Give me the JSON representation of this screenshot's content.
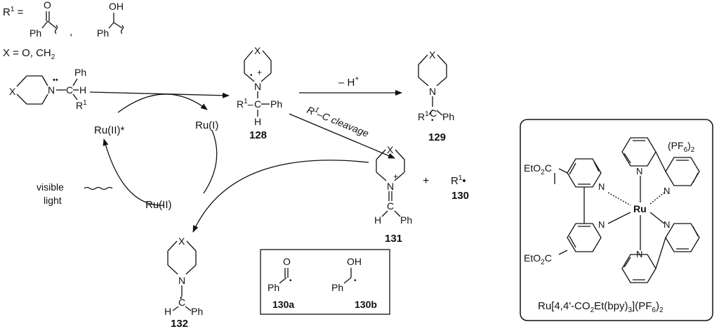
{
  "definitions": {
    "r1_label": "R",
    "r1_sup": "1",
    "equals": " =",
    "ph_a": "Ph",
    "ph_b": "Ph",
    "o": "O",
    "oh": "OH",
    "comma": ",",
    "x_def": "X = O, CH",
    "x_def_sub": "2"
  },
  "start_amine": {
    "x": "X",
    "n": "N",
    "c": "C",
    "h": "H",
    "ph": "Ph",
    "r": "R",
    "r_sup": "1",
    "radical_dots": "••"
  },
  "catalytic_cycle": {
    "ru_excited": "Ru(II)*",
    "ru_one": "Ru(I)",
    "ru_two": "Ru(II)",
    "light_line1": "visible",
    "light_line2": "light"
  },
  "cpd128": {
    "label": "128",
    "x": "X",
    "n": "N",
    "plus": "+",
    "dot": "•",
    "r": "R",
    "r_sup": "1",
    "c": "C",
    "ph": "Ph",
    "h": "H"
  },
  "deprotonation": {
    "minus": "– H",
    "plus": "+"
  },
  "cleavage": {
    "r": "R",
    "r_sup": "1",
    "rest": "–C cleavage"
  },
  "cpd129": {
    "label": "129",
    "x": "X",
    "n": "N",
    "r": "R",
    "r_sup": "1",
    "c": "C",
    "dot": "•",
    "ph": "Ph"
  },
  "cpd131": {
    "label": "131",
    "x": "X",
    "n": "N",
    "plus": "+",
    "c": "C",
    "h": "H",
    "ph": "Ph"
  },
  "radical130": {
    "label": "130",
    "plus_sign": "+",
    "r": "R",
    "r_sup": "1",
    "dot": "•"
  },
  "cpd132": {
    "label": "132",
    "x": "X",
    "n": "N",
    "c": "C",
    "dot": "•",
    "h": "H",
    "ph": "Ph"
  },
  "box130": {
    "label_a": "130a",
    "label_b": "130b",
    "o": "O",
    "oh": "OH",
    "ph_a": "Ph",
    "ph_b": "Ph",
    "dot": "•"
  },
  "catalyst": {
    "counter_ion": "(PF",
    "counter_sub": "6",
    "counter_end": ")",
    "counter_sub2": "2",
    "ester_top": "EtO",
    "ester_top_sub": "2",
    "ester_top_c": "C",
    "ester_bot": "EtO",
    "ester_bot_sub": "2",
    "ester_bot_c": "C",
    "ru": "Ru",
    "n_atom": "N",
    "formula_a": "Ru[4,4'-CO",
    "formula_sub1": "2",
    "formula_b": "Et(bpy)",
    "formula_sub2": "3",
    "formula_c": "](PF",
    "formula_sub3": "6",
    "formula_d": ")",
    "formula_sub4": "2"
  },
  "colors": {
    "ink": "#111111",
    "background": "#ffffff"
  }
}
